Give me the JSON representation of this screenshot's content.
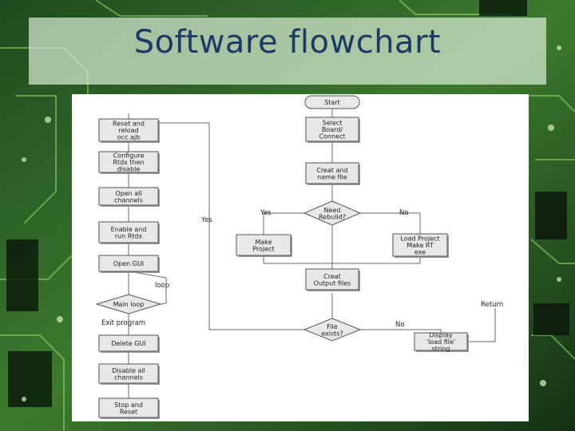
{
  "slide": {
    "title": "Software flowchart"
  },
  "colors": {
    "title": "#1c3a66",
    "band": "#d7ebd2",
    "background": "#0d1f0d"
  },
  "flowchart": {
    "left_column": [
      [
        "Reset and",
        "reload",
        "occ.ajb"
      ],
      [
        "Configure",
        "Rtdx then",
        "disable"
      ],
      [
        "Open all",
        "channels"
      ],
      [
        "Enable and",
        "run Rtdx"
      ],
      [
        "Open GUI"
      ],
      [
        "Main loop"
      ],
      [
        "Delete GUI"
      ],
      [
        "Disable all",
        "channels"
      ],
      [
        "Stop and",
        "Reset"
      ]
    ],
    "center_column": [
      [
        "Start"
      ],
      [
        "Select",
        "Board/",
        "Connect"
      ],
      [
        "Creat and",
        "name file"
      ],
      [
        "Need",
        "Rebuild?"
      ],
      [
        "Creat",
        "Output files"
      ],
      [
        "File",
        "exists?"
      ]
    ],
    "side_boxes": {
      "make_project": [
        "Make",
        "Project"
      ],
      "load_project": [
        "Load Project",
        "Make RT",
        "exe"
      ],
      "display": [
        "Display",
        "'load file'",
        "string"
      ]
    },
    "labels": {
      "loop": "loop",
      "exit": "Exit program",
      "yes_left": "Yes",
      "yes_rebuild": "Yes",
      "no_rebuild": "No",
      "no_file": "No",
      "return": "Return"
    }
  }
}
